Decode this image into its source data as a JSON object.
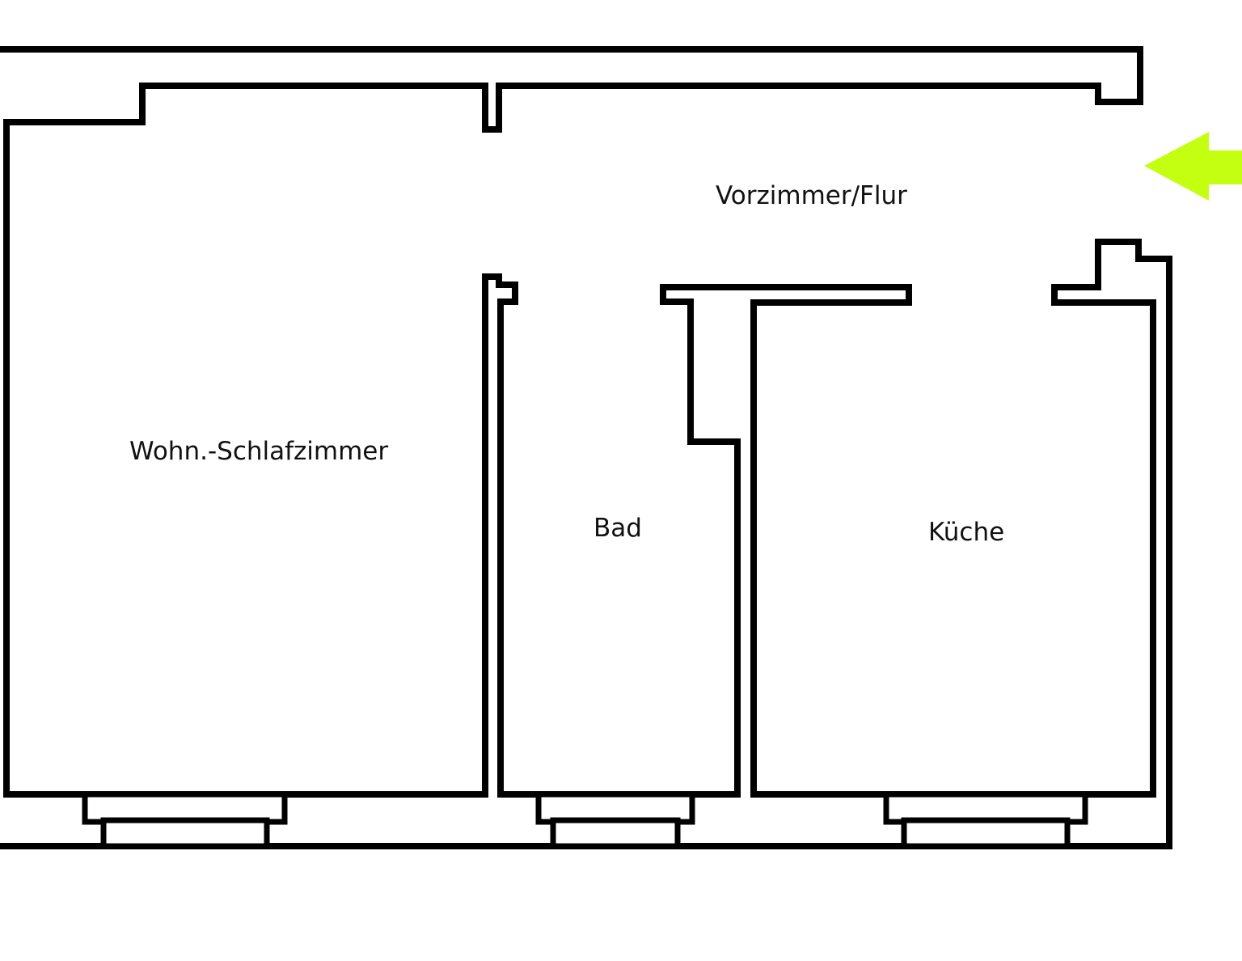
{
  "title": "Floor plan",
  "rooms": {
    "hall": "Vorzimmer/Flur",
    "living": "Wohn.-Schlafzimmer",
    "bath": "Bad",
    "kitchen": "Küche"
  },
  "entrance_arrow": {
    "icon": "arrow-left-icon",
    "color": "#c4ff12"
  }
}
